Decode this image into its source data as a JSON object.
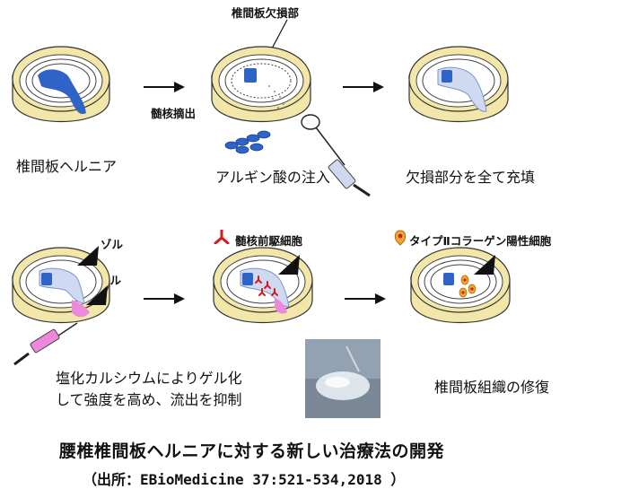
{
  "labels": {
    "defect_region": "椎間板欠損部",
    "nucleus_removal": "髄核摘出",
    "hernia": "椎間板ヘルニア",
    "alginate_injection": "アルギン酸の注入",
    "fill_defect": "欠損部分を全て充填",
    "sol": "ゾル",
    "gel": "ゲル",
    "progenitor_cells": "髄核前駆細胞",
    "type2_collagen_cells": "タイプⅡコラーゲン陽性細胞",
    "gel_note_line1": "塩化カルシウムによりゲル化",
    "gel_note_line2": "して強度を高め、流出を抑制",
    "repair": "椎間板組織の修復"
  },
  "footer": {
    "title": "腰椎椎間板ヘルニアに対する新しい治療法の開発",
    "source": "（出所：EBioMedicine 37:521-534,2018 ）"
  },
  "colors": {
    "outer_rim": "#f2e7a8",
    "ring_lines": "#4a4a4a",
    "ring_fill": "#ffffff",
    "nucleus": "#2f63c8",
    "gel_fill": "#cfdaf2",
    "pink_gel": "#ee88dd",
    "cell_red": "#d81a1a",
    "cell_orange": "#f0a830"
  },
  "icons": [
    "arrow-right-icon",
    "syringe-icon",
    "alginate-beads-icon",
    "pointer-triangle-icon",
    "cell-icon"
  ]
}
